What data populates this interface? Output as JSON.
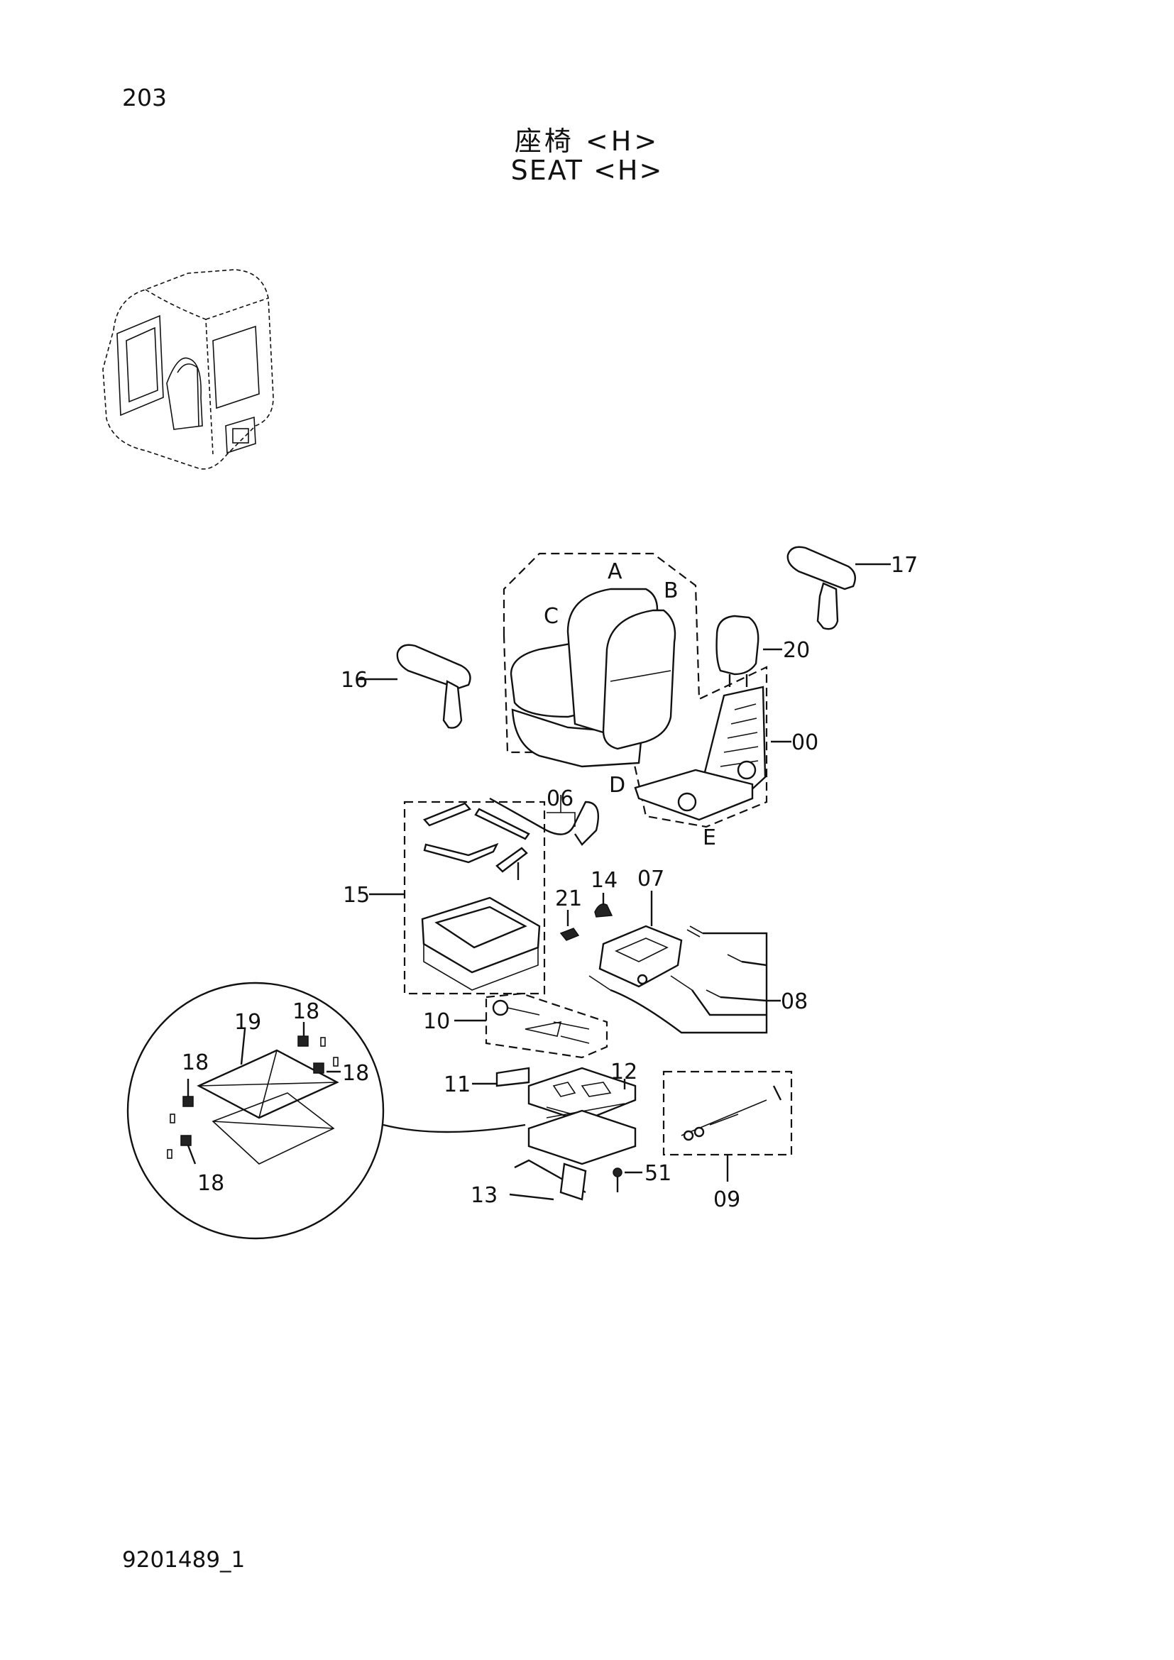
{
  "header": {
    "page_number": "203",
    "title_jp": "座椅 <H>",
    "title_en": "SEAT <H>"
  },
  "footer": {
    "document_id": "9201489_1"
  },
  "callouts": {
    "c00": "00",
    "c06": "06",
    "c07": "07",
    "c08": "08",
    "c09": "09",
    "c10": "10",
    "c11": "11",
    "c12": "12",
    "c13": "13",
    "c14": "14",
    "c15": "15",
    "c16": "16",
    "c17": "17",
    "c18": "18",
    "c19": "19",
    "c20": "20",
    "c21": "21",
    "c51": "51",
    "cA": "A",
    "cB": "B",
    "cC": "C",
    "cD": "D",
    "cE": "E"
  }
}
